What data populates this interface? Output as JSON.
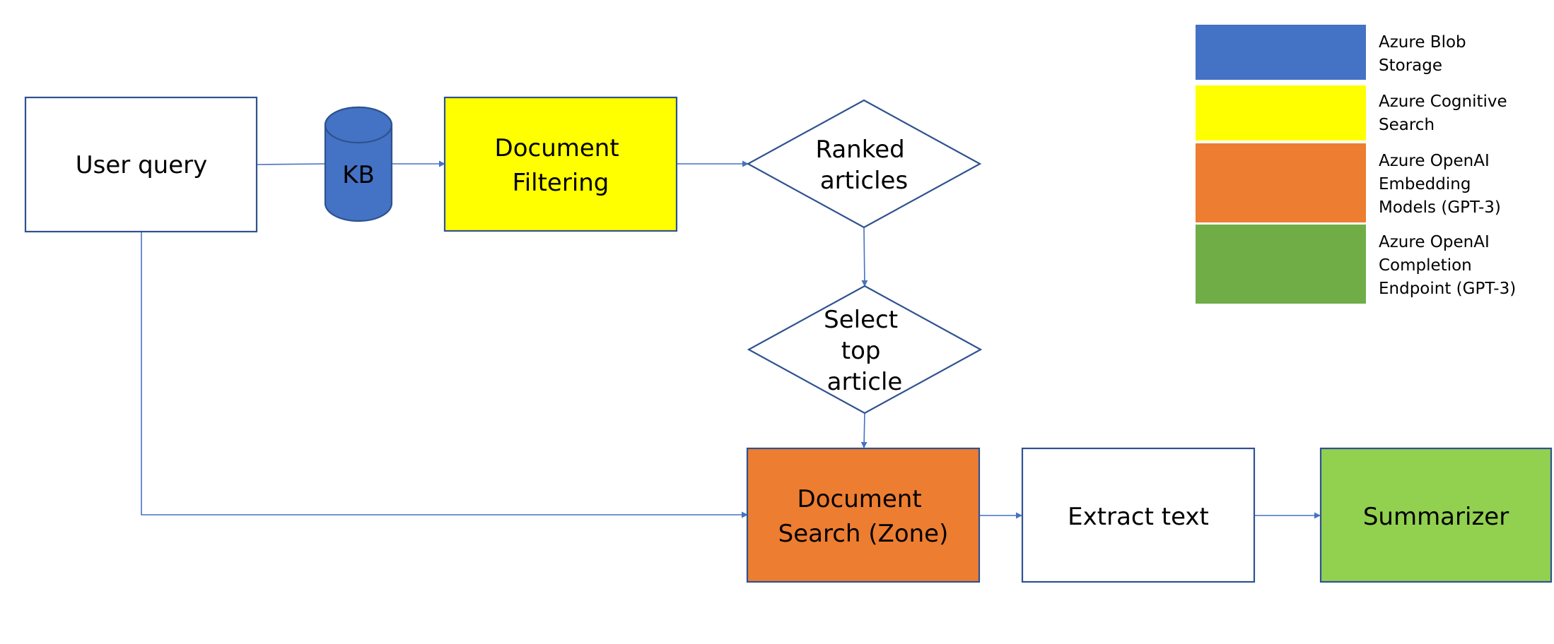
{
  "colors": {
    "blob_storage": "#4472c4",
    "cognitive_search": "#ffff00",
    "embedding_models": "#ed7d31",
    "completion_endpoint": "#70ad47",
    "summarizer_fill": "#92d050",
    "node_border": "#2f528f",
    "connector": "#4472c4",
    "plain_fill": "#ffffff"
  },
  "nodes": {
    "user_query": {
      "lines": [
        "User query"
      ],
      "icon": "rectangle"
    },
    "kb": {
      "lines": [
        "KB"
      ],
      "icon": "database-cylinder"
    },
    "document_filtering": {
      "lines": [
        "Document",
        "Filtering"
      ],
      "icon": "rectangle"
    },
    "ranked_articles": {
      "lines": [
        "Ranked",
        "articles"
      ],
      "icon": "decision-diamond"
    },
    "select_top_article": {
      "lines": [
        "Select",
        "top",
        "article"
      ],
      "icon": "decision-diamond"
    },
    "document_search": {
      "lines": [
        "Document",
        "Search (Zone)"
      ],
      "icon": "rectangle"
    },
    "extract_text": {
      "lines": [
        "Extract text"
      ],
      "icon": "rectangle"
    },
    "summarizer": {
      "lines": [
        "Summarizer"
      ],
      "icon": "rectangle"
    }
  },
  "edges": [
    {
      "from": "user_query",
      "to": "kb"
    },
    {
      "from": "kb",
      "to": "document_filtering"
    },
    {
      "from": "document_filtering",
      "to": "ranked_articles"
    },
    {
      "from": "ranked_articles",
      "to": "select_top_article"
    },
    {
      "from": "select_top_article",
      "to": "document_search"
    },
    {
      "from": "user_query",
      "to": "document_search"
    },
    {
      "from": "document_search",
      "to": "extract_text"
    },
    {
      "from": "extract_text",
      "to": "summarizer"
    }
  ],
  "legend": [
    {
      "lines": [
        "Azure Blob",
        "Storage"
      ],
      "color": "#4472c4"
    },
    {
      "lines": [
        "Azure Cognitive",
        "Search"
      ],
      "color": "#ffff00"
    },
    {
      "lines": [
        "Azure OpenAI",
        "Embedding",
        "Models (GPT-3)"
      ],
      "color": "#ed7d31"
    },
    {
      "lines": [
        "Azure OpenAI",
        "Completion",
        "Endpoint (GPT-3)"
      ],
      "color": "#70ad47"
    }
  ]
}
